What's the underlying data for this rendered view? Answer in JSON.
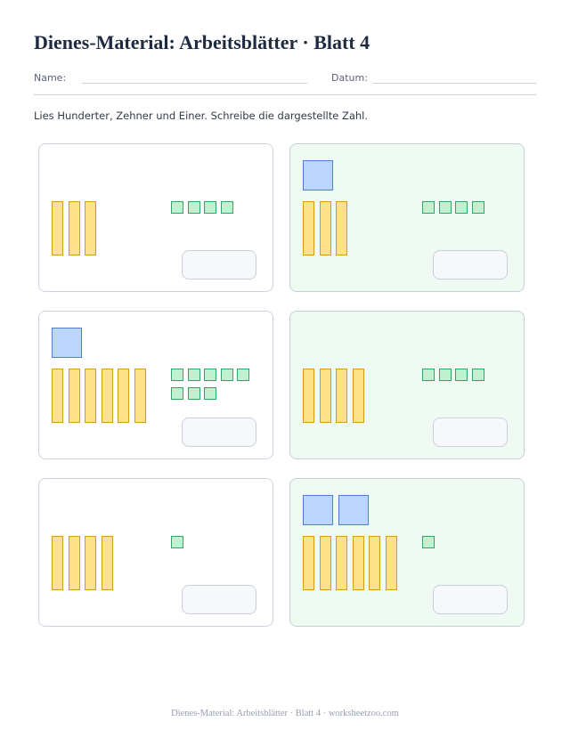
{
  "header": {
    "title": "Dienes-Material: Arbeitsblätter · Blatt 4",
    "name_label": "Name:",
    "date_label": "Datum:"
  },
  "instruction": "Lies Hunderter, Zehner und Einer. Schreibe die dargestellte Zahl.",
  "cards": [
    {
      "hundreds": 0,
      "tens": 3,
      "ones": 4,
      "tinted": false,
      "answer": ""
    },
    {
      "hundreds": 1,
      "tens": 3,
      "ones": 4,
      "tinted": true,
      "answer": ""
    },
    {
      "hundreds": 1,
      "tens": 6,
      "ones": 8,
      "tinted": false,
      "answer": ""
    },
    {
      "hundreds": 0,
      "tens": 4,
      "ones": 4,
      "tinted": true,
      "answer": ""
    },
    {
      "hundreds": 0,
      "tens": 4,
      "ones": 1,
      "tinted": false,
      "answer": ""
    },
    {
      "hundreds": 2,
      "tens": 6,
      "ones": 1,
      "tinted": true,
      "answer": ""
    }
  ],
  "footer": "Dienes-Material: Arbeitsblätter · Blatt 4 · worksheetzoo.com"
}
